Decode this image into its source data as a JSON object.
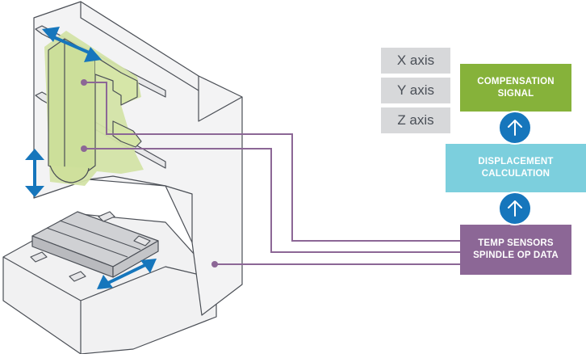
{
  "axes": {
    "x_label": "X axis",
    "y_label": "Y axis",
    "z_label": "Z axis"
  },
  "flow": {
    "compensation": {
      "line1": "COMPENSATION",
      "line2": "SIGNAL"
    },
    "displacement": {
      "line1": "DISPLACEMENT",
      "line2": "CALCULATION"
    },
    "sensors": {
      "line1": "TEMP SENSORS",
      "line2": "SPINDLE OP DATA"
    }
  },
  "icons": {
    "flow_arrows": "arrow-up-icon",
    "motion_arrows": "double-arrow-icon"
  },
  "colors": {
    "compensation_box": "#86b23a",
    "displacement_box": "#7ccfdd",
    "sensor_box": "#8c6796",
    "sensor_lines": "#8c6796",
    "motion_arrows": "#1676bc",
    "spindle_highlight": "#d3e3a6",
    "axis_box": "#d7d8da"
  }
}
